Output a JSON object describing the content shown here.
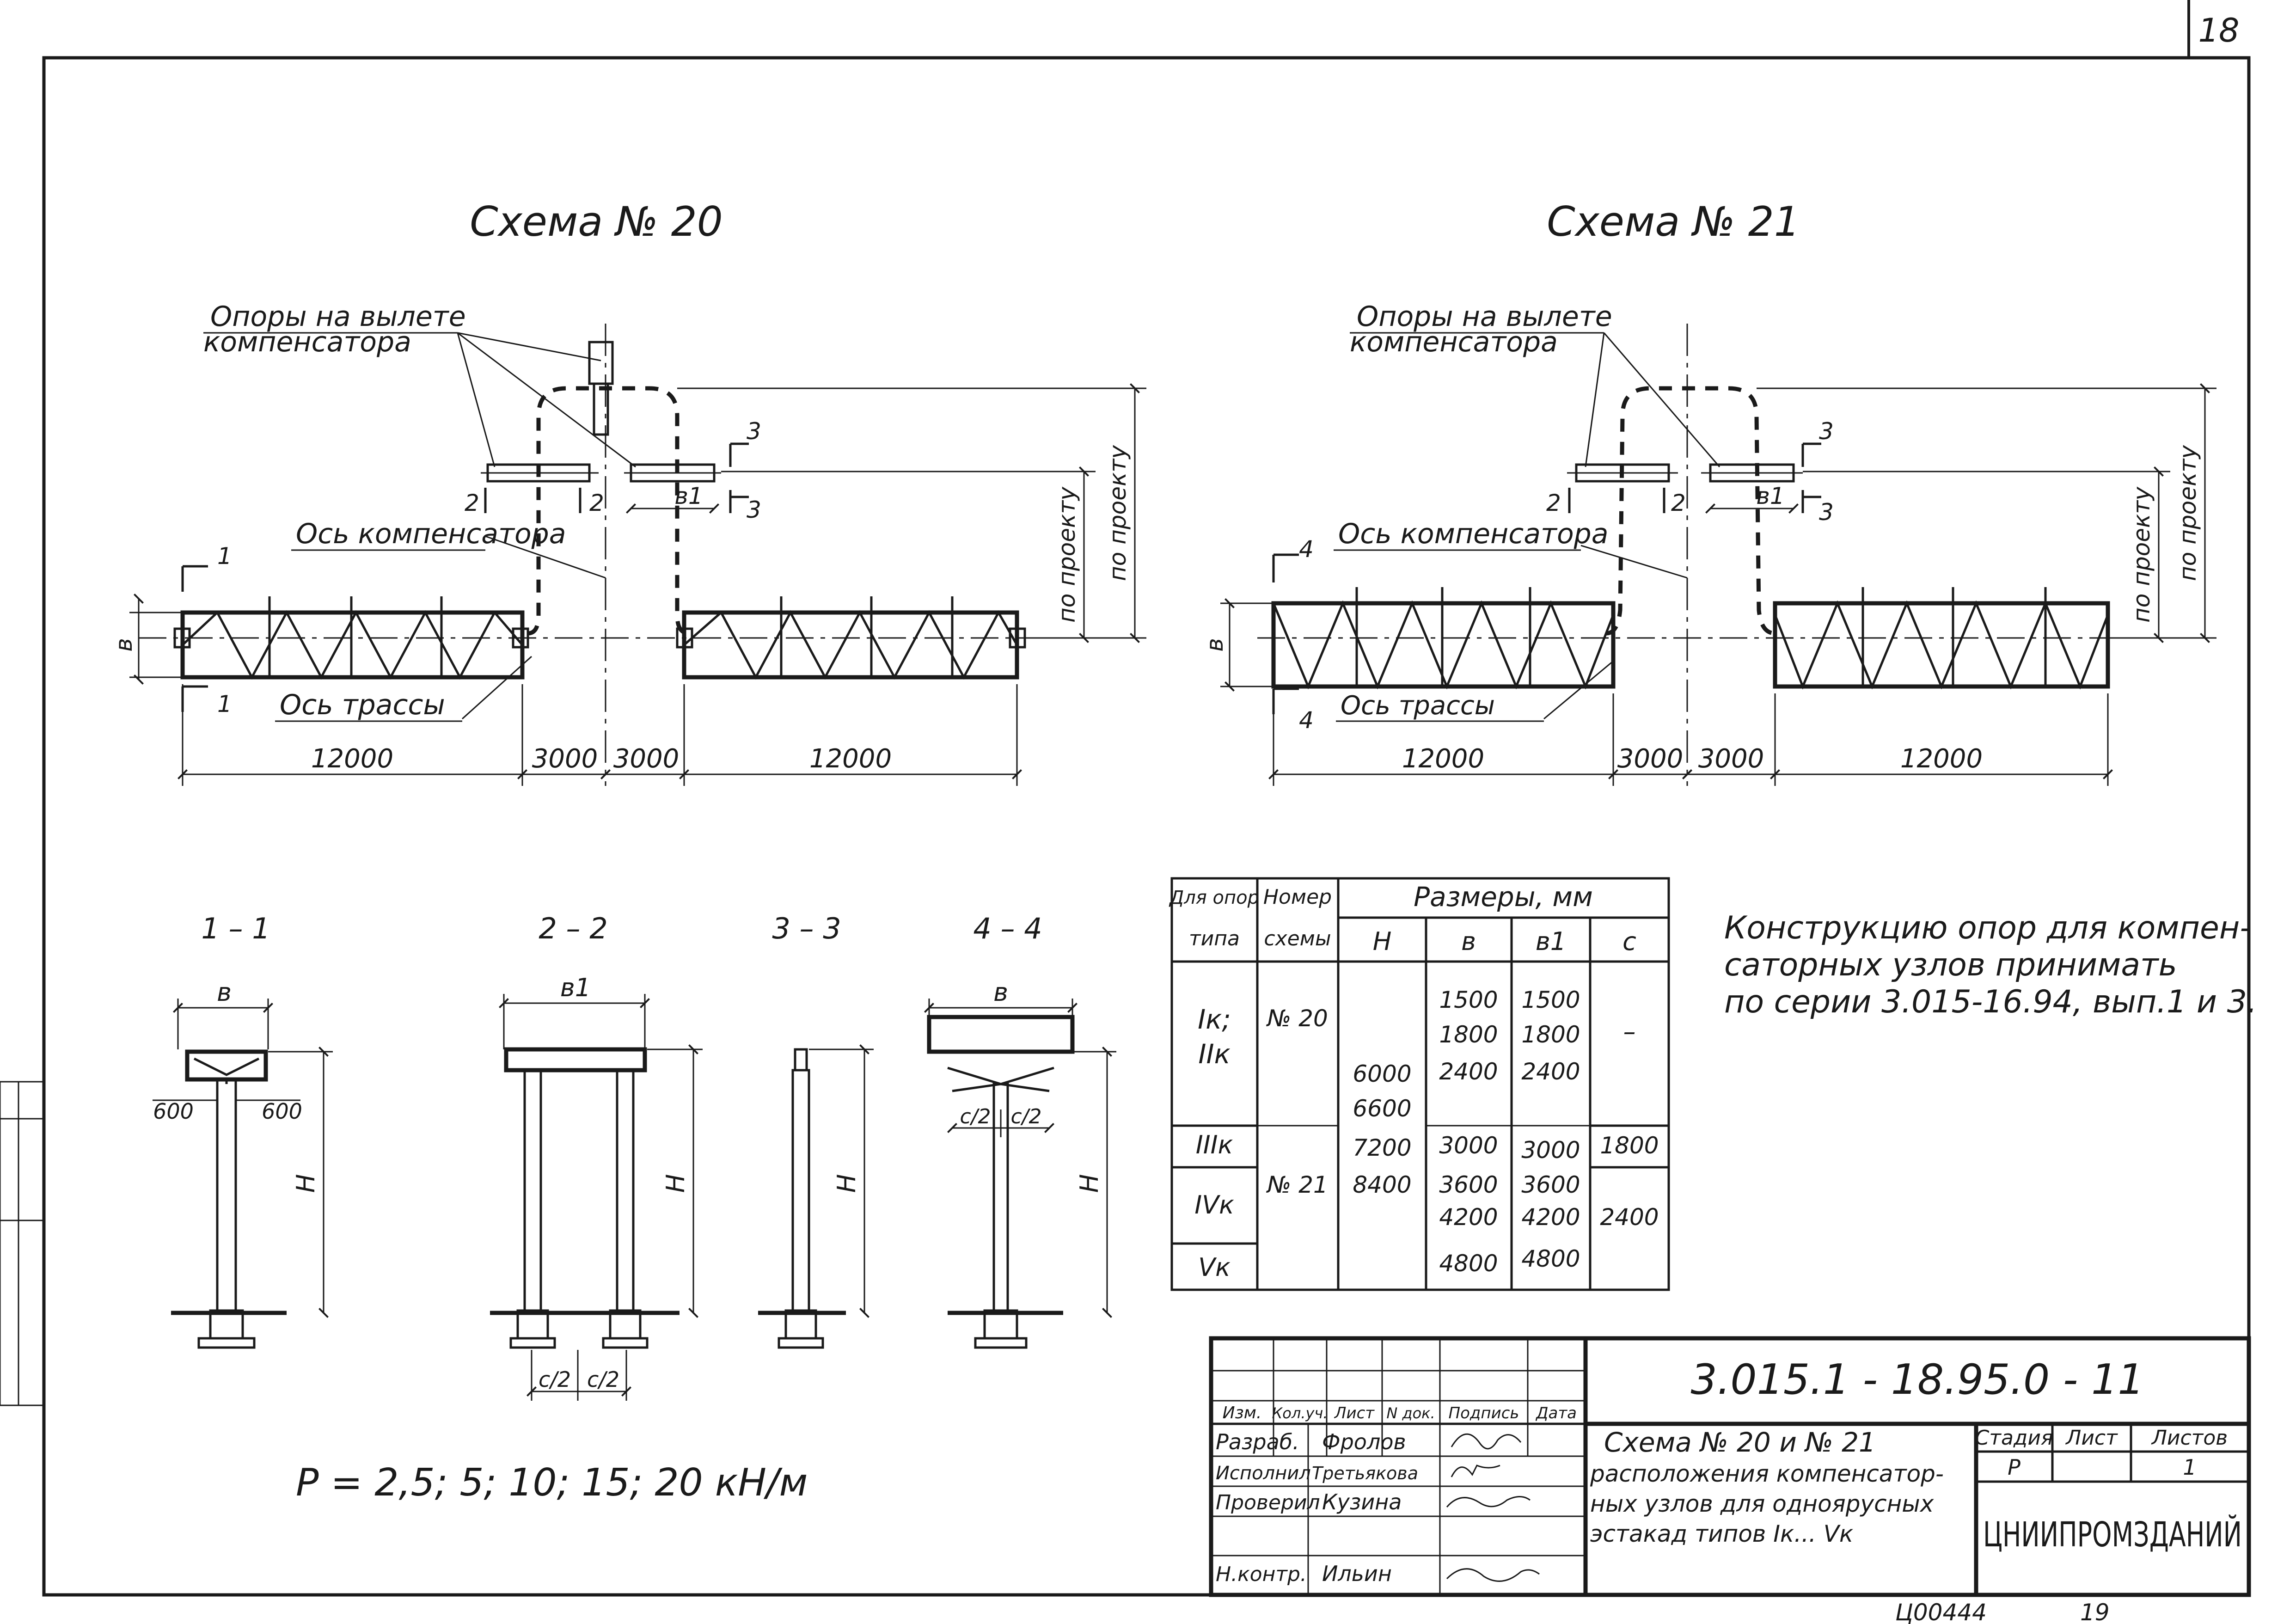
{
  "sheet": {
    "sheet_number": "18",
    "archive_number": "Ц00444",
    "archive_page": "19"
  },
  "scheme20": {
    "title": "Схема № 20",
    "supports_label_1": "Опоры на вылете",
    "supports_label_2": "компенсатора",
    "compensator_axis": "Ось компенсатора",
    "route_axis": "Ось трассы",
    "dim_12000_left": "12000",
    "dim_3000_a": "3000",
    "dim_3000_b": "3000",
    "dim_12000_right": "12000",
    "dim_b": "в",
    "dim_b1": "в1",
    "per_project_1": "по проекту",
    "per_project_2": "по проекту",
    "sec1_top": "1",
    "sec1_bot": "1",
    "sec2_left": "2",
    "sec2_right": "2",
    "sec3_top": "3",
    "sec3_bot": "3"
  },
  "scheme21": {
    "title": "Схема № 21",
    "supports_label_1": "Опоры на вылете",
    "supports_label_2": "компенсатора",
    "compensator_axis": "Ось компенсатора",
    "route_axis": "Ось трассы",
    "dim_12000_left": "12000",
    "dim_3000_a": "3000",
    "dim_3000_b": "3000",
    "dim_12000_right": "12000",
    "dim_b": "в",
    "dim_b1": "в1",
    "per_project_1": "по проекту",
    "per_project_2": "по проекту",
    "sec4_top": "4",
    "sec4_bot": "4",
    "sec2_left": "2",
    "sec2_right": "2",
    "sec3_top": "3",
    "sec3_bot": "3"
  },
  "sections": {
    "s11": {
      "title": "1 – 1",
      "b": "в",
      "d600a": "600",
      "d600b": "600",
      "h": "H"
    },
    "s22": {
      "title": "2 – 2",
      "b1": "в1",
      "c2a": "с/2",
      "c2b": "с/2",
      "h": "H"
    },
    "s33": {
      "title": "3 – 3",
      "h": "H"
    },
    "s44": {
      "title": "4 – 4",
      "b": "в",
      "c2a": "с/2",
      "c2b": "с/2",
      "h": "H"
    }
  },
  "load_note": "P = 2,5; 5; 10; 15; 20 кН/м",
  "note": {
    "line1": "Конструкцию опор для компен-",
    "line2": "саторных узлов принимать",
    "line3": "по серии 3.015-16.94, вып.1 и 3."
  },
  "table": {
    "h_type_1": "Для опор",
    "h_type_2": "типа",
    "h_scheme_1": "Номер",
    "h_scheme_2": "схемы",
    "h_sizes": "Размеры, мм",
    "h_H": "H",
    "h_b": "в",
    "h_b1": "в1",
    "h_c": "с",
    "r1_type_1": "Iк;",
    "r1_type_2": "IIк",
    "r1_scheme": "№ 20",
    "r1_b_1": "1500",
    "r1_b_2": "1800",
    "r1_b_3": "2400",
    "r1_b1_1": "1500",
    "r1_b1_2": "1800",
    "r1_b1_3": "2400",
    "r1_c": "–",
    "H_1": "6000",
    "H_2": "6600",
    "H_3": "7200",
    "H_4": "8400",
    "r2_type": "IIIк",
    "r2_b": "3000",
    "r2_b1": "3000",
    "r2_c": "1800",
    "r3_type": "IVк",
    "r3_scheme": "№ 21",
    "r3_b_1": "3600",
    "r3_b_2": "4200",
    "r3_b1_1": "3600",
    "r3_b1_2": "4200",
    "r3_c": "2400",
    "r4_type": "Vк",
    "r4_b": "4800",
    "r4_b1": "4800"
  },
  "title_block": {
    "doc_code": "3.015.1 - 18.95.0 - 11",
    "h_izm": "Изм.",
    "h_koluch": "Кол.уч.",
    "h_list": "Лист",
    "h_ndok": "N док.",
    "h_podpis": "Подпись",
    "h_data": "Дата",
    "role_1": "Разраб.",
    "name_1": "Фролов",
    "role_2": "Исполнил",
    "name_2": "Третьякова",
    "role_3": "Проверил",
    "name_3": "Кузина",
    "role_4": "Н.контр.",
    "name_4": "Ильин",
    "desc_1": "Схема № 20 и № 21",
    "desc_2": "расположения компенсатор-",
    "desc_3": "ных узлов для одноярусных",
    "desc_4": "эстакад типов Iк... Vк",
    "h_stadia": "Стадия",
    "h_sheet": "Лист",
    "h_sheets": "Листов",
    "v_stadia": "Р",
    "v_sheet": "",
    "v_sheets": "1",
    "org": "ЦНИИПРОМЗДАНИЙ"
  }
}
